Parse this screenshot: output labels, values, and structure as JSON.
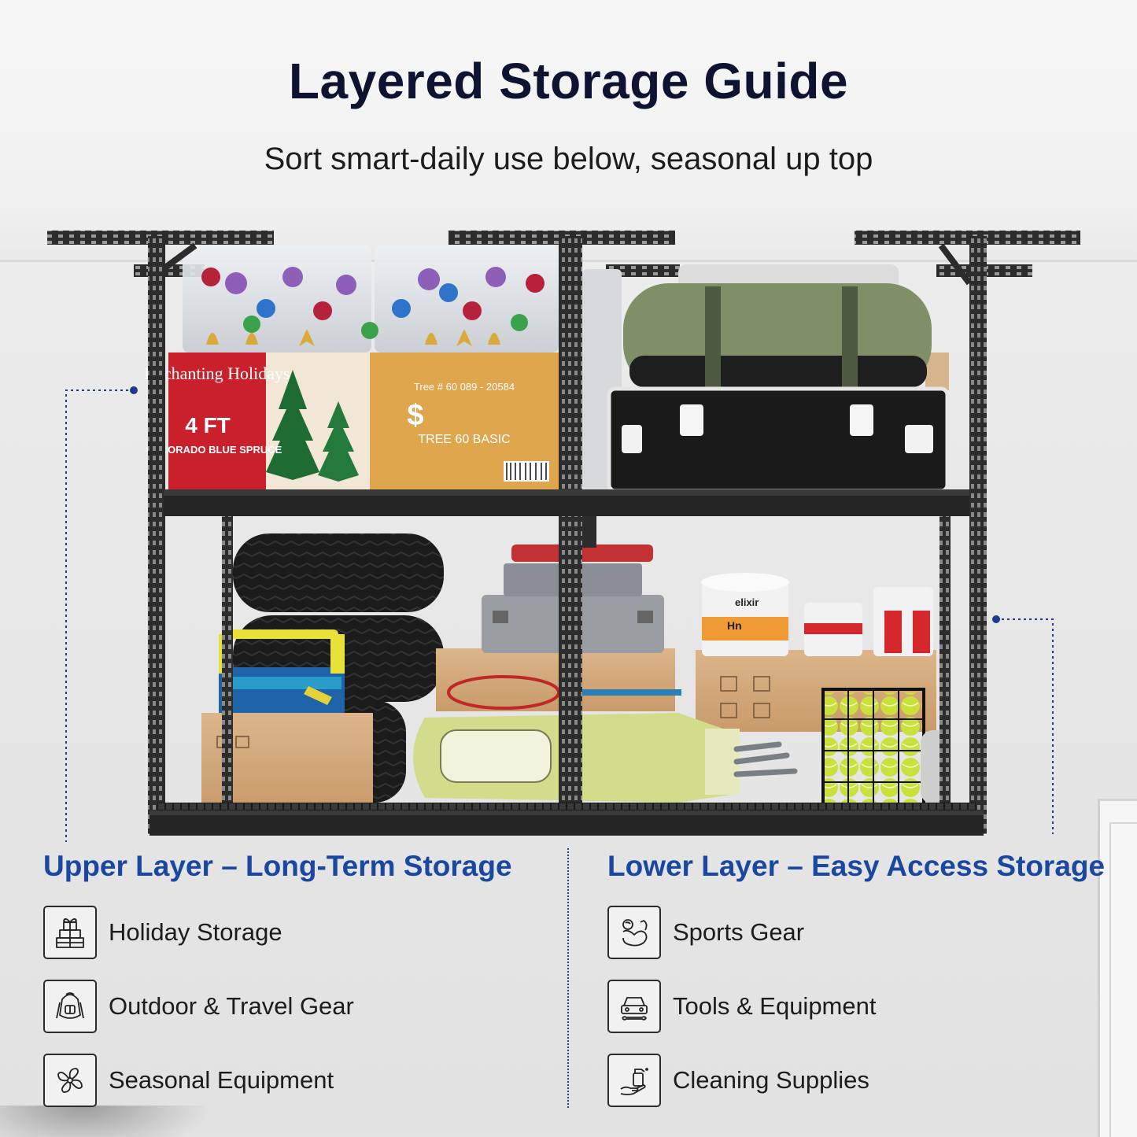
{
  "title": "Layered Storage Guide",
  "subtitle": "Sort smart-daily use below, seasonal up top",
  "scene_labels": {
    "tree_box_brand": "Enchanting Holidays",
    "tree_box_size": "4 FT",
    "tree_box_type": "COLORADO BLUE SPRUCE",
    "tree_box_number": "Tree # 60 089 - 20584",
    "tree_box_dollar": "$",
    "tree_box_model": "TREE 60 BASIC",
    "bucket_brand": "elixir",
    "bucket_code": "Hn"
  },
  "left_column": {
    "heading": "Upper Layer – Long-Term Storage",
    "items": [
      {
        "label": "Holiday Storage",
        "icon": "gift-icon"
      },
      {
        "label": "Outdoor & Travel Gear",
        "icon": "backpack-icon"
      },
      {
        "label": "Seasonal Equipment",
        "icon": "fan-icon"
      }
    ]
  },
  "right_column": {
    "heading": "Lower Layer – Easy Access Storage",
    "items": [
      {
        "label": "Sports Gear",
        "icon": "muscle-icon"
      },
      {
        "label": "Tools & Equipment",
        "icon": "car-wrench-icon"
      },
      {
        "label": "Cleaning Supplies",
        "icon": "spray-hand-icon"
      }
    ]
  },
  "colors": {
    "title": "#0d1330",
    "heading": "#1a47a0",
    "rack": "#2c2c2c",
    "leader_line": "#1e3a8a"
  }
}
